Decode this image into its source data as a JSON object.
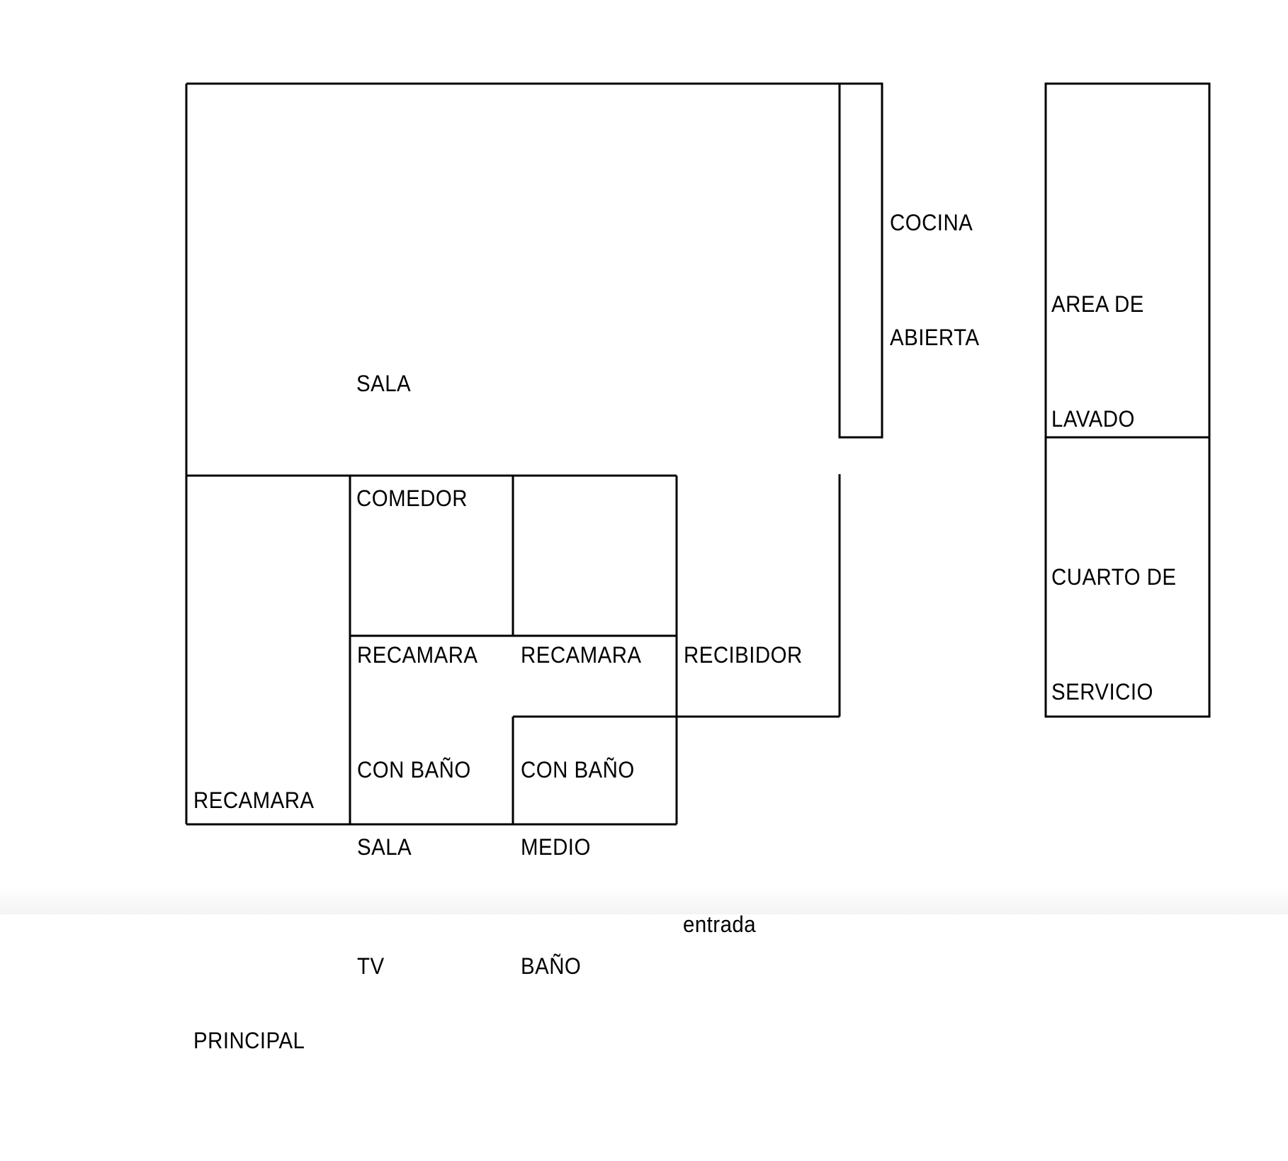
{
  "diagram": {
    "type": "floor-plan",
    "rooms": {
      "sala_comedor": [
        "SALA",
        "COMEDOR"
      ],
      "cocina_abierta": [
        "COCINA",
        "ABIERTA"
      ],
      "area_de_lavado": [
        "AREA DE",
        "LAVADO"
      ],
      "cuarto_de_servicio": [
        "CUARTO DE",
        "SERVICIO"
      ],
      "recamara_principal": [
        "RECAMARA",
        "PRINCIPAL"
      ],
      "recamara_con_bano_1": [
        "RECAMARA",
        "CON BAÑO"
      ],
      "recamara_con_bano_2": [
        "RECAMARA",
        "CON BAÑO"
      ],
      "recibidor": [
        "RECIBIDOR"
      ],
      "sala_tv": [
        "SALA",
        "TV"
      ],
      "medio_bano": [
        "MEDIO",
        "BAÑO"
      ]
    },
    "entrance_label": "entrada",
    "line_color": "#000000",
    "background_color": "#ffffff"
  }
}
